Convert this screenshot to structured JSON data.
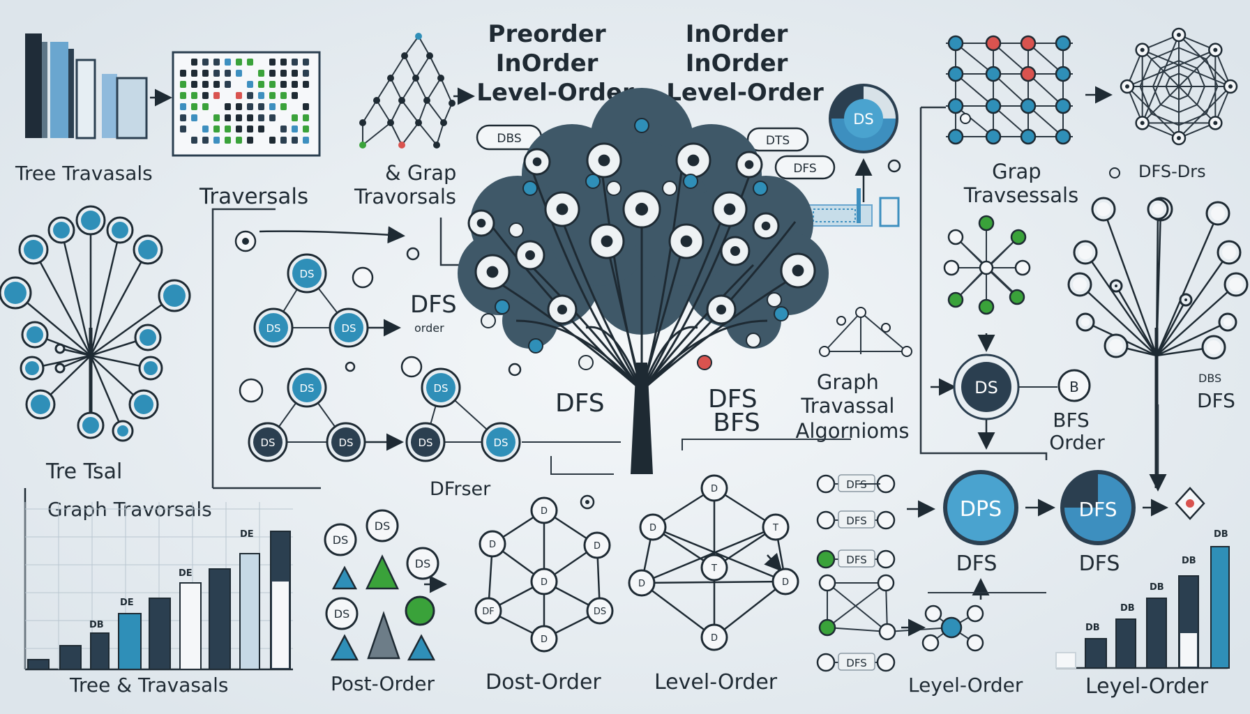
{
  "labels": {
    "tree_traversals_top": "Tree Travasals",
    "traversals_left": "Traversals",
    "graph_traversals_mid": "& Grap\nTravorsals",
    "preorder_block": "Preorder\nInOrder\nLevel-Order",
    "inorder_block": "InOrder\nInOrder\nLevel-Order",
    "graph_traversals_right": "Grap\nTravsessals",
    "dfs_drs": "DFS-Drs",
    "tree_tsal": "Tre Tsal",
    "graph_traversals_left": "Graph Travorsals",
    "dfs_mid": "DFS",
    "dfs_order_sub": "order",
    "dfrser": "DFrser",
    "dfs_center": "DFS",
    "dfs_bfs": "DFS\nBFS",
    "graph_traversal_algorithms": "Graph\nTravassal\nAlgornioms",
    "bfs_order": "BFS\nOrder",
    "dfs_right_edge": "DFS",
    "dbs_small": "DBS",
    "tree_travarsals_bottom": "Tree & Travasals",
    "post_order": "Post-Order",
    "dost_order": "Dost-Order",
    "level_order_mid": "Level-Order",
    "leyel_order_1": "Leyel-Order",
    "leyel_order_2": "Leyel-Order",
    "dfs_under_dps": "DFS",
    "dfs_under_dfs": "DFS"
  },
  "badges": {
    "dbs_pill": "DBS",
    "dts_pill": "DTS",
    "dfs_pill": "DFS",
    "ds_pie": "DS",
    "dfs_list_1": "DFS",
    "dfs_list_2": "DFS",
    "dfs_list_3": "DFS",
    "dfs_list_4": "DFS"
  },
  "ds_nodes": {
    "n1": "DS",
    "n2": "DS",
    "n3": "DS",
    "n4": "DS",
    "n5": "DS",
    "n6": "DS",
    "n7": "DS",
    "n8": "DS",
    "n9": "DS",
    "right_ds": "DS",
    "dps": "DPS",
    "dfs_disc": "DFS",
    "b_node": "B"
  },
  "bars_left_labels": {
    "a": "DB",
    "b": "DE",
    "c": "DE",
    "d": "DE"
  },
  "bars_right_labels": {
    "a": "DB",
    "b": "DB",
    "c": "DB",
    "d": "DB",
    "e": "DB"
  },
  "hex_labels": {
    "top": "D",
    "tl": "D",
    "tr": "D",
    "c": "D",
    "bl": "DF",
    "br": "DS",
    "b": "D"
  },
  "level_labels": {
    "top": "D",
    "tl": "D",
    "tr": "T",
    "c": "T",
    "bl": "D",
    "br": "D",
    "b": "D"
  },
  "post_nodes": {
    "a": "DS",
    "b": "DS",
    "c": "DS",
    "d": "DS"
  },
  "colors": {
    "background": "#e9eef2",
    "accent_blue": "#2f8fb8",
    "dark_navy": "#2b3f50",
    "tree_foliage": "#3f5868",
    "node_green": "#3aa23a",
    "node_red": "#d9534f"
  }
}
